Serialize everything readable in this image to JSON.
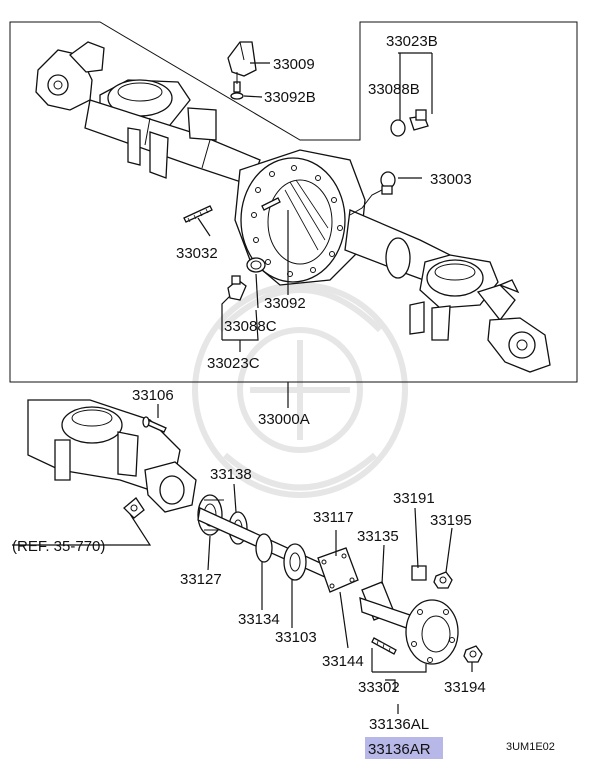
{
  "labels": {
    "p33009": "33009",
    "p33092B": "33092B",
    "p33023B": "33023B",
    "p33088B": "33088B",
    "p33003": "33003",
    "p33032": "33032",
    "p33092": "33092",
    "p33088C": "33088C",
    "p33023C": "33023C",
    "p33000A": "33000A",
    "p33106": "33106",
    "p33138": "33138",
    "p33117": "33117",
    "p33191": "33191",
    "p33195": "33195",
    "p33135": "33135",
    "ref": "(REF. 35-770)",
    "p33127": "33127",
    "p33134": "33134",
    "p33103": "33103",
    "p33144": "33144",
    "p33302": "33302",
    "p33194": "33194",
    "p33136AL": "33136AL",
    "p33136AR": "33136AR",
    "code": "3UM1E02"
  },
  "colors": {
    "highlight": "#b8b8e8",
    "line": "#111111",
    "watermark": "#e6e6e6"
  }
}
